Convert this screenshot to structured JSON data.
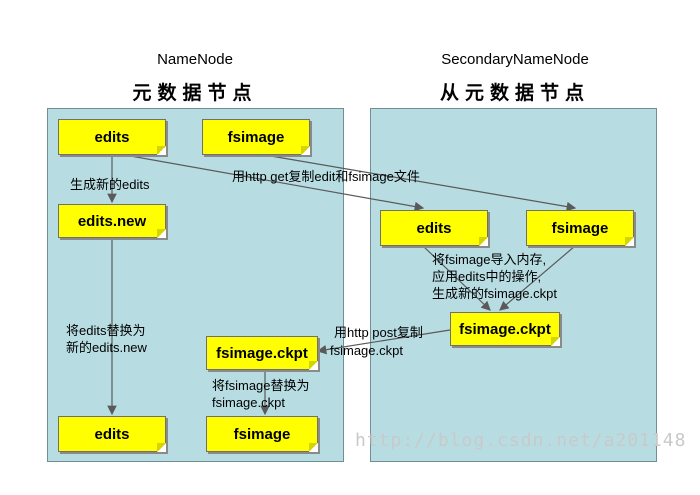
{
  "left": {
    "title": "NameNode",
    "subtitle": "元数据节点"
  },
  "right": {
    "title": "SecondaryNameNode",
    "subtitle": "从元数据节点"
  },
  "docs": {
    "edits1": "edits",
    "fsimage1": "fsimage",
    "edits_new": "edits.new",
    "edits2": "edits",
    "fsimage_ckpt_left": "fsimage.ckpt",
    "fsimage2": "fsimage",
    "sn_edits": "edits",
    "sn_fsimage": "fsimage",
    "sn_ckpt": "fsimage.ckpt"
  },
  "notes": {
    "generate_edits": "生成新的edits",
    "http_get": "用http get复制edit和fsimage文件",
    "merge_line1": "将fsimage导入内存,",
    "merge_line2": "应用edits中的操作,",
    "merge_line3": "生成新的fsimage.ckpt",
    "replace_edits_line1": "将edits替换为",
    "replace_edits_line2": "新的edits.new",
    "http_post_line1": "用http post复制",
    "http_post_line2": "fsimage.ckpt",
    "replace_fsimage_line1": "将fsimage替换为",
    "replace_fsimage_line2": "fsimage.ckpt"
  },
  "watermark": "http://blog.csdn.net/a201148",
  "colors": {
    "panel": "#b7dde3",
    "document": "#ffff00",
    "arrow": "#5a5a5a"
  }
}
